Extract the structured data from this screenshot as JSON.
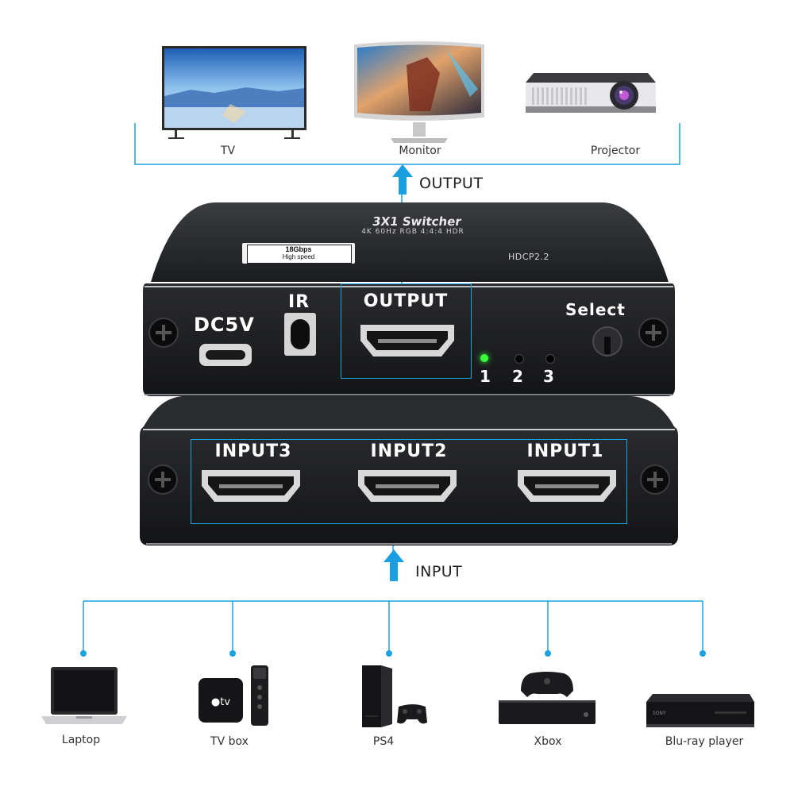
{
  "outputs": {
    "devices": [
      {
        "label": "TV",
        "icon": "tv-icon"
      },
      {
        "label": "Monitor",
        "icon": "monitor-icon"
      },
      {
        "label": "Projector",
        "icon": "projector-icon"
      }
    ],
    "flow_label": "OUTPUT"
  },
  "switcher": {
    "title": "3X1 Switcher",
    "subtitle": "4K 60Hz RGB 4:4:4 HDR",
    "badge_line1": "18Gbps",
    "badge_line2": "High speed",
    "hdcp": "HDCP2.2",
    "power_label": "DC5V",
    "ir_label": "IR",
    "output_label": "OUTPUT",
    "select_label": "Select",
    "leds": [
      "1",
      "2",
      "3"
    ],
    "active_led": "1",
    "led_active_color": "#3bff3b",
    "inputs": [
      "INPUT3",
      "INPUT2",
      "INPUT1"
    ]
  },
  "inputs": {
    "flow_label": "INPUT",
    "devices": [
      {
        "label": "Laptop",
        "icon": "laptop-icon"
      },
      {
        "label": "TV box",
        "icon": "tv-box-icon"
      },
      {
        "label": "PS4",
        "icon": "ps4-icon"
      },
      {
        "label": "Xbox",
        "icon": "xbox-icon"
      },
      {
        "label": "Blu-ray player",
        "icon": "blu-ray-player-icon"
      }
    ]
  },
  "colors": {
    "connector": "#1aa3e0",
    "arrow": "#1a9fe0",
    "device_body": "#1e1e20"
  }
}
